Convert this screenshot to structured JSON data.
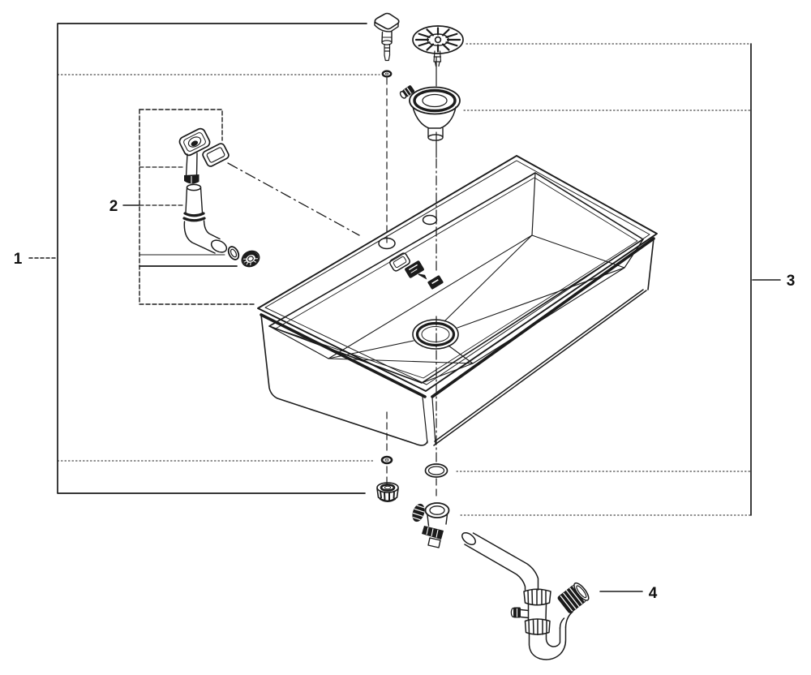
{
  "diagram": {
    "kind": "exploded-parts-diagram",
    "subject": "kitchen sink with strainer drain, overflow assembly and trap",
    "background_color": "#ffffff",
    "line_color": "#1b1b1b",
    "callouts": [
      {
        "label": "1",
        "points_to": "sink-and-mounting-group"
      },
      {
        "label": "2",
        "points_to": "overflow-assembly-group"
      },
      {
        "label": "3",
        "points_to": "strainer-drain-group"
      },
      {
        "label": "4",
        "points_to": "trap-assembly"
      }
    ],
    "parts": [
      {
        "name": "control-knob"
      },
      {
        "name": "knob-o-ring"
      },
      {
        "name": "strainer-basket"
      },
      {
        "name": "strainer-flange"
      },
      {
        "name": "sink-basin"
      },
      {
        "name": "overflow-housing"
      },
      {
        "name": "overflow-gasket"
      },
      {
        "name": "overflow-tube"
      },
      {
        "name": "overflow-elbow"
      },
      {
        "name": "overflow-o-ring"
      },
      {
        "name": "overflow-nut"
      },
      {
        "name": "overflow-cover-plates"
      },
      {
        "name": "mounting-ring"
      },
      {
        "name": "locknut"
      },
      {
        "name": "drain-gasket"
      },
      {
        "name": "drain-outlet-body"
      },
      {
        "name": "trap-assembly"
      }
    ]
  }
}
